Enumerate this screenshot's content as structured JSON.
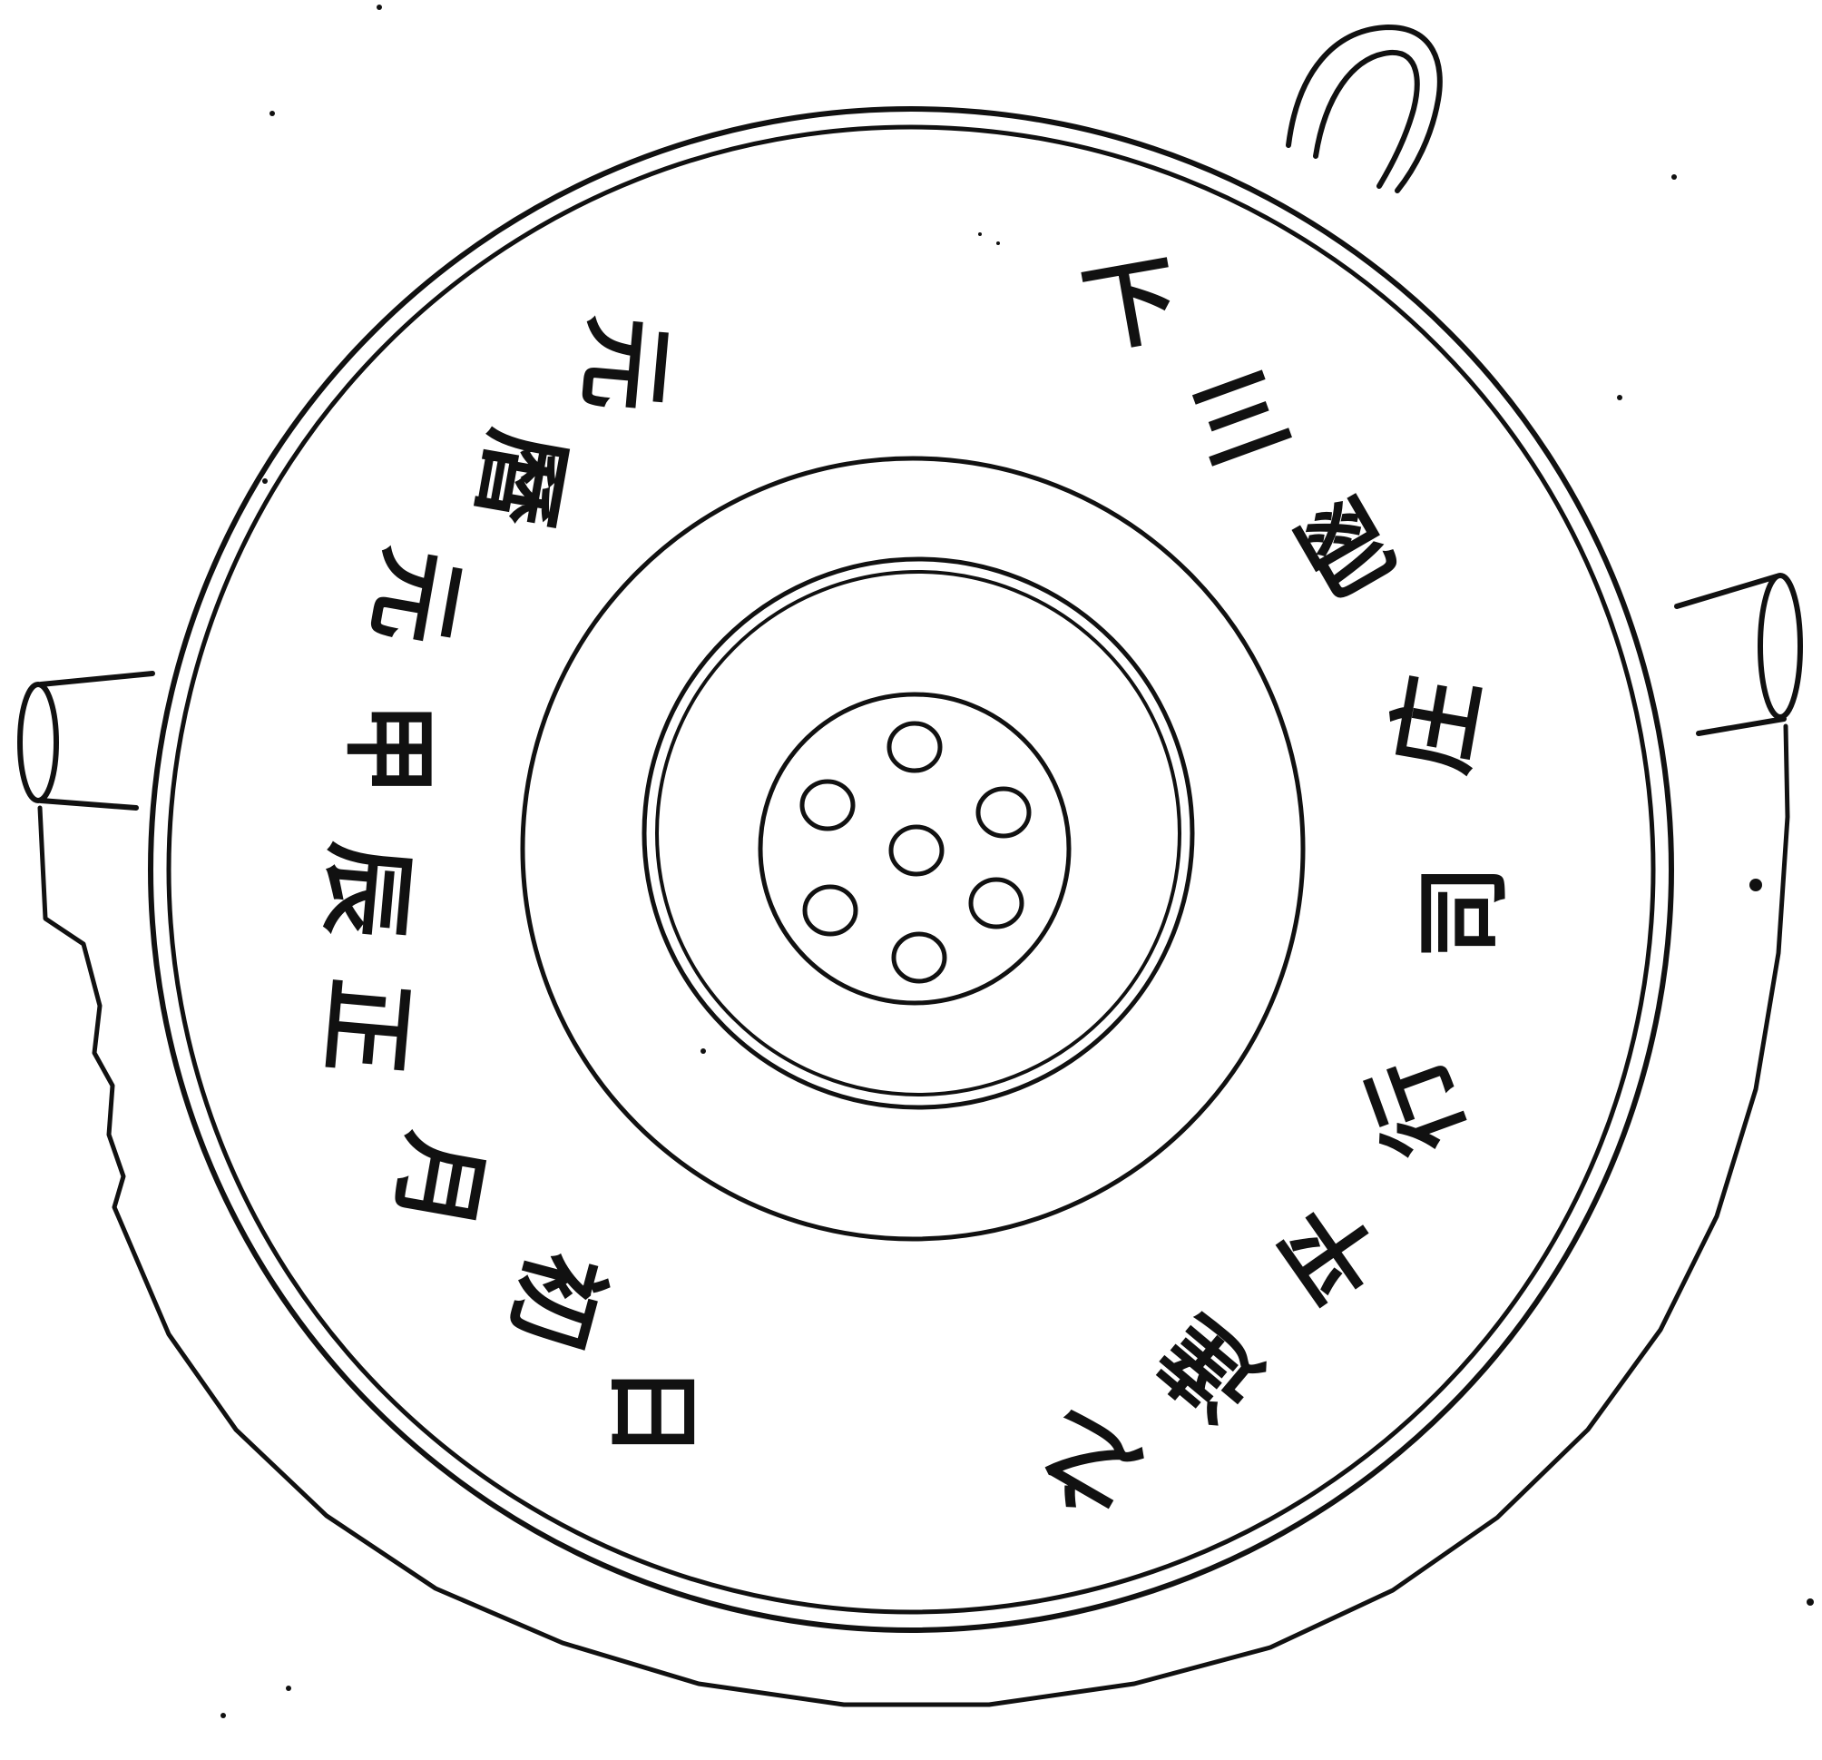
{
  "inscription": {
    "right_column": [
      "下",
      "三",
      "鬯",
      "庄",
      "司",
      "行",
      "平",
      "達",
      "之"
    ],
    "left_column": [
      "元",
      "曆",
      "元",
      "甲",
      "辰",
      "正",
      "月",
      "初",
      "日"
    ]
  },
  "colors": {
    "ink": "#111111",
    "paper": "#ffffff"
  }
}
